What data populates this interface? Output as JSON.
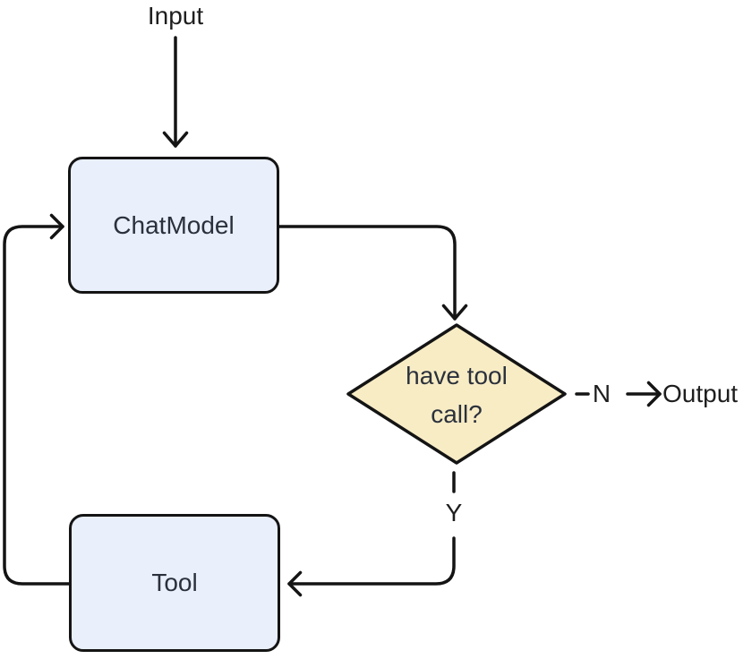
{
  "colors": {
    "background": "#ffffff",
    "process_fill": "#e9effb",
    "decision_fill": "#f8ecc5",
    "stroke": "#141414",
    "node_text": "#2b313c",
    "label_text": "#1e1e1e"
  },
  "nodes": {
    "input": {
      "label": "Input"
    },
    "chat_model": {
      "label": "ChatModel"
    },
    "decision": {
      "line1": "have tool",
      "line2": "call?"
    },
    "tool": {
      "label": "Tool"
    },
    "output": {
      "label": "Output"
    }
  },
  "edges": {
    "no_label": "N",
    "yes_label": "Y"
  }
}
